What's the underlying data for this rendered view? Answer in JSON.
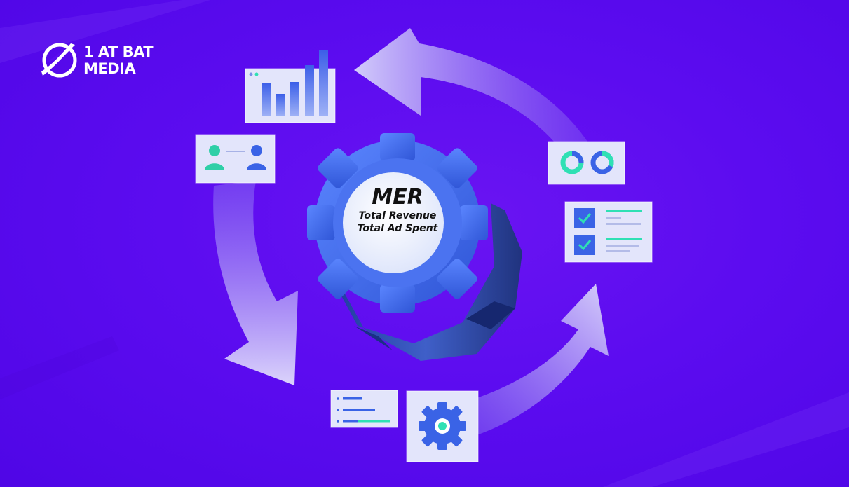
{
  "brand": {
    "logo_line1": "1 AT BAT",
    "logo_line2": "MEDIA",
    "logo_icon": "baseball-swoosh-icon",
    "text_color": "#ffffff"
  },
  "center_gear": {
    "title": "MER",
    "line1": "Total Revenue",
    "line2": "Total Ad Spent",
    "gear_color": "#3a63e6"
  },
  "cards": [
    {
      "name": "bar-chart-card",
      "icon": "bar-chart-icon"
    },
    {
      "name": "users-connection-card",
      "icon": "user-icon"
    },
    {
      "name": "donut-charts-card",
      "icon": "donut-chart-icon"
    },
    {
      "name": "checklist-card",
      "icon": "checkbox-icon"
    },
    {
      "name": "list-card",
      "icon": "list-icon"
    },
    {
      "name": "settings-card",
      "icon": "gear-icon"
    }
  ],
  "colors": {
    "background": "#5c0cf0",
    "accent_blue": "#3a63e6",
    "accent_teal": "#2fe0b4",
    "arrow": "#c9c4f4"
  }
}
